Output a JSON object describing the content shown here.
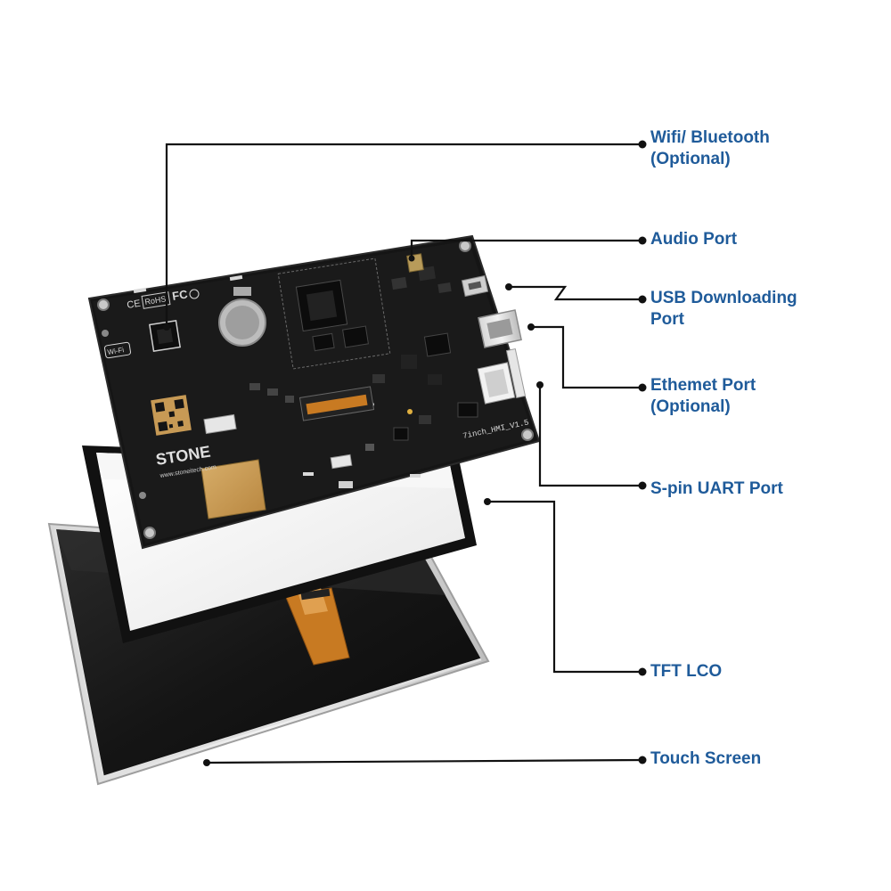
{
  "colors": {
    "label_blue": "#1f5b9a",
    "leader_line": "#111111",
    "pcb_black": "#151515",
    "pcb_silk": "#d9d9d9",
    "gold_pad": "#c79a55",
    "flex_orange": "#c87a22"
  },
  "labels": {
    "wifi": {
      "line1": "Wifi/ Bluetooth",
      "line2": "(Optional)"
    },
    "audio": {
      "line1": "Audio Port"
    },
    "usb": {
      "line1": "USB Downloading",
      "line2": "Port"
    },
    "ethernet": {
      "line1": "Ethemet Port",
      "line2": "(Optional)"
    },
    "uart": {
      "line1": "S-pin UART Port"
    },
    "tft": {
      "line1": "TFT LCO"
    },
    "touch": {
      "line1": "Touch Screen"
    }
  },
  "pcb": {
    "brand": "STONE",
    "website": "www.stoneitech.com",
    "model": "7inch_HMI_V1.5",
    "rohs": "RoHS",
    "ce": "CE",
    "fcc": "FC",
    "wifi_mark": "Wi-Fi"
  },
  "icons": {
    "wifi_module": "chip-icon",
    "battery": "coin-cell-icon",
    "qr": "qr-code-icon"
  }
}
